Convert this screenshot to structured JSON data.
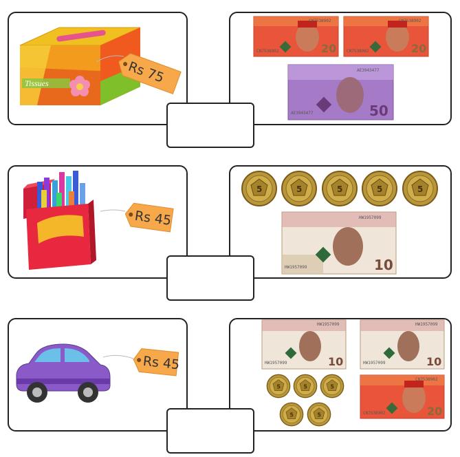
{
  "rows": [
    {
      "item": "tissue-box",
      "item_label": "Tissues",
      "price": "Rs 75",
      "money": [
        {
          "type": "note",
          "value": "20",
          "serial": "CN7538902"
        },
        {
          "type": "note",
          "value": "20",
          "serial": "CN7538902"
        },
        {
          "type": "note",
          "value": "50",
          "serial": "AE3943477"
        }
      ]
    },
    {
      "item": "crayon-box",
      "price": "Rs 45",
      "money": [
        {
          "type": "coin",
          "value": "5"
        },
        {
          "type": "coin",
          "value": "5"
        },
        {
          "type": "coin",
          "value": "5"
        },
        {
          "type": "coin",
          "value": "5"
        },
        {
          "type": "coin",
          "value": "5"
        },
        {
          "type": "note",
          "value": "10",
          "serial": "HW1957099"
        }
      ]
    },
    {
      "item": "toy-car",
      "price": "Rs 45",
      "money": [
        {
          "type": "note",
          "value": "10",
          "serial": "HW1957099"
        },
        {
          "type": "note",
          "value": "10",
          "serial": "HW1957099"
        },
        {
          "type": "coin",
          "value": "5"
        },
        {
          "type": "coin",
          "value": "5"
        },
        {
          "type": "coin",
          "value": "5"
        },
        {
          "type": "coin",
          "value": "5"
        },
        {
          "type": "coin",
          "value": "5"
        },
        {
          "type": "note",
          "value": "20",
          "serial": "CN7538902"
        }
      ]
    }
  ],
  "colors": {
    "note20": "#e8553a",
    "note50": "#a57bc8",
    "note10": "#d9a0a0",
    "coin": "#b8963a",
    "tag": "#f7a84a"
  }
}
